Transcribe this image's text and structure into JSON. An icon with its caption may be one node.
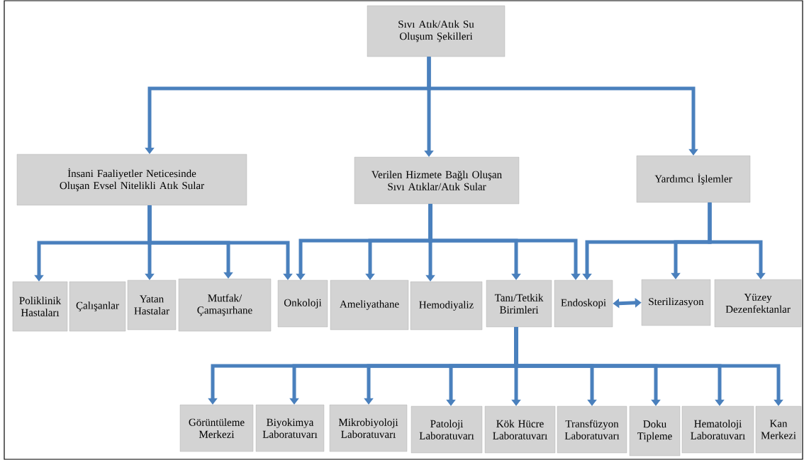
{
  "diagram": {
    "nodes": [
      {
        "text": [
          "Sıvı Atık/Atık Su Oluşum Şekilleri"
        ]
      },
      {
        "text": [
          "İnsani Faaliyetler Neticesinde Oluşan Evsel Nitelikli Atık Sular"
        ]
      },
      {
        "text": [
          "Verilen Hizmete Bağlı Oluşan Sıvı Atıklar/Atık Sular"
        ]
      },
      {
        "text": [
          "Yardımcı İşlemler"
        ]
      },
      {
        "text": [
          "Poliklinik Hastaları"
        ]
      },
      {
        "text": [
          "Çalışanlar"
        ]
      },
      {
        "text": [
          "Yatan Hastalar"
        ]
      },
      {
        "text": [
          "Mutfak/ Çamaşırhane"
        ]
      },
      {
        "text": [
          "Onkoloji"
        ]
      },
      {
        "text": [
          "Ameliyathane"
        ]
      },
      {
        "text": [
          "Hemodiyaliz"
        ]
      },
      {
        "text": [
          "Tanı/Tetkik Birimleri"
        ]
      },
      {
        "text": [
          "Endoskopi"
        ]
      },
      {
        "text": [
          "Sterilizasyon"
        ]
      },
      {
        "text": [
          "Yüzey Dezenfektanlar"
        ]
      },
      {
        "text": [
          "Görüntüleme Merkezi"
        ]
      },
      {
        "text": [
          "Biyokimya Laboratuvarı"
        ]
      },
      {
        "text": [
          "Mikrobiyoloji Laboratuvarı"
        ]
      },
      {
        "text": [
          "Patoloji Laboratuvarı"
        ]
      },
      {
        "text": [
          "Kök Hücre Laboratuvarı"
        ]
      },
      {
        "text": [
          "Transfüzyon Laboratuvarı"
        ]
      },
      {
        "text": [
          "Doku Tipleme"
        ]
      },
      {
        "text": [
          "Hematoloji Laboratuvarı"
        ]
      },
      {
        "text": [
          "Kan Merkezi"
        ]
      }
    ],
    "edges": [
      {
        "from": 0,
        "to": 1,
        "arrow": "to"
      },
      {
        "from": 0,
        "to": 2,
        "arrow": "to"
      },
      {
        "from": 0,
        "to": 3,
        "arrow": "to"
      },
      {
        "from": 1,
        "to": 4,
        "arrow": "to"
      },
      {
        "from": 1,
        "to": 6,
        "arrow": "to"
      },
      {
        "from": 1,
        "to": 7,
        "arrow": "to"
      },
      {
        "from": 1,
        "to": 8,
        "arrow": "to"
      },
      {
        "from": 2,
        "to": 8,
        "arrow": "to"
      },
      {
        "from": 2,
        "to": 9,
        "arrow": "to"
      },
      {
        "from": 2,
        "to": 10,
        "arrow": "to"
      },
      {
        "from": 2,
        "to": 11,
        "arrow": "to"
      },
      {
        "from": 2,
        "to": 12,
        "arrow": "to"
      },
      {
        "from": 3,
        "to": 12,
        "arrow": "to"
      },
      {
        "from": 3,
        "to": 13,
        "arrow": "to"
      },
      {
        "from": 3,
        "to": 14,
        "arrow": "to"
      },
      {
        "from": 12,
        "to": 13,
        "arrow": "both"
      },
      {
        "from": 11,
        "to": 15,
        "arrow": "to"
      },
      {
        "from": 11,
        "to": 16,
        "arrow": "to"
      },
      {
        "from": 11,
        "to": 17,
        "arrow": "to"
      },
      {
        "from": 11,
        "to": 18,
        "arrow": "to"
      },
      {
        "from": 11,
        "to": 19,
        "arrow": "to"
      },
      {
        "from": 11,
        "to": 20,
        "arrow": "to"
      },
      {
        "from": 11,
        "to": 21,
        "arrow": "to"
      },
      {
        "from": 11,
        "to": 22,
        "arrow": "to"
      },
      {
        "from": 11,
        "to": 23,
        "arrow": "to"
      }
    ]
  }
}
